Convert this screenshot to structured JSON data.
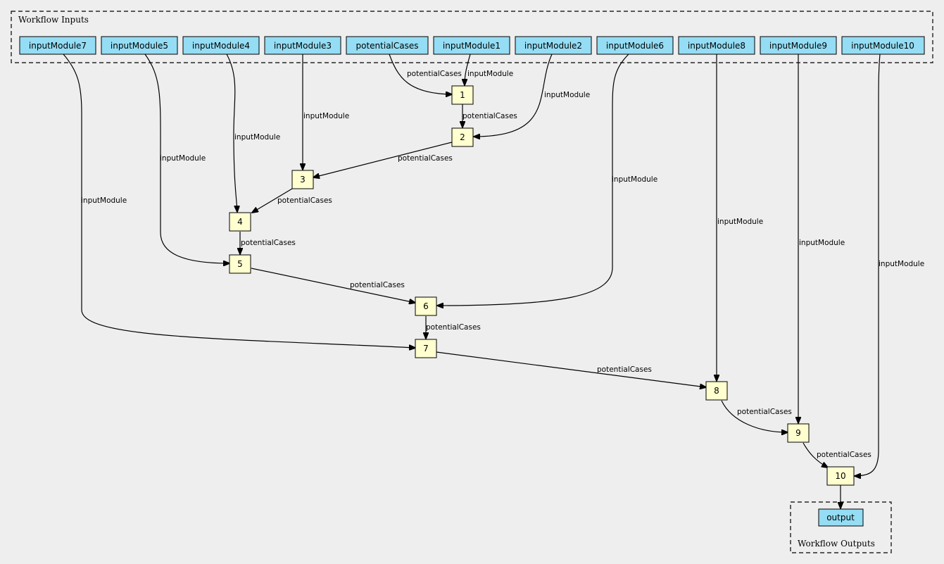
{
  "inputs_cluster": {
    "label": "Workflow Inputs"
  },
  "outputs_cluster": {
    "label": "Workflow Outputs"
  },
  "inputs": [
    {
      "id": "inputModule7",
      "label": "inputModule7"
    },
    {
      "id": "inputModule5",
      "label": "inputModule5"
    },
    {
      "id": "inputModule4",
      "label": "inputModule4"
    },
    {
      "id": "inputModule3",
      "label": "inputModule3"
    },
    {
      "id": "potentialCases",
      "label": "potentialCases"
    },
    {
      "id": "inputModule1",
      "label": "inputModule1"
    },
    {
      "id": "inputModule2",
      "label": "inputModule2"
    },
    {
      "id": "inputModule6",
      "label": "inputModule6"
    },
    {
      "id": "inputModule8",
      "label": "inputModule8"
    },
    {
      "id": "inputModule9",
      "label": "inputModule9"
    },
    {
      "id": "inputModule10",
      "label": "inputModule10"
    }
  ],
  "steps": [
    {
      "id": "s1",
      "label": "1"
    },
    {
      "id": "s2",
      "label": "2"
    },
    {
      "id": "s3",
      "label": "3"
    },
    {
      "id": "s4",
      "label": "4"
    },
    {
      "id": "s5",
      "label": "5"
    },
    {
      "id": "s6",
      "label": "6"
    },
    {
      "id": "s7",
      "label": "7"
    },
    {
      "id": "s8",
      "label": "8"
    },
    {
      "id": "s9",
      "label": "9"
    },
    {
      "id": "s10",
      "label": "10"
    }
  ],
  "outputs": [
    {
      "id": "output",
      "label": "output"
    }
  ],
  "edges": [
    {
      "from": "potentialCases",
      "to": "s1",
      "label": "potentialCases"
    },
    {
      "from": "inputModule1",
      "to": "s1",
      "label": "inputModule"
    },
    {
      "from": "s1",
      "to": "s2",
      "label": "potentialCases"
    },
    {
      "from": "inputModule2",
      "to": "s2",
      "label": "inputModule"
    },
    {
      "from": "s2",
      "to": "s3",
      "label": "potentialCases"
    },
    {
      "from": "inputModule3",
      "to": "s3",
      "label": "inputModule"
    },
    {
      "from": "s3",
      "to": "s4",
      "label": "potentialCases"
    },
    {
      "from": "inputModule4",
      "to": "s4",
      "label": "inputModule"
    },
    {
      "from": "s4",
      "to": "s5",
      "label": "potentialCases"
    },
    {
      "from": "inputModule5",
      "to": "s5",
      "label": "inputModule"
    },
    {
      "from": "s5",
      "to": "s6",
      "label": "potentialCases"
    },
    {
      "from": "inputModule6",
      "to": "s6",
      "label": "inputModule"
    },
    {
      "from": "s6",
      "to": "s7",
      "label": "potentialCases"
    },
    {
      "from": "inputModule7",
      "to": "s7",
      "label": "inputModule"
    },
    {
      "from": "s7",
      "to": "s8",
      "label": "potentialCases"
    },
    {
      "from": "inputModule8",
      "to": "s8",
      "label": "inputModule"
    },
    {
      "from": "s8",
      "to": "s9",
      "label": "potentialCases"
    },
    {
      "from": "inputModule9",
      "to": "s9",
      "label": "inputModule"
    },
    {
      "from": "s9",
      "to": "s10",
      "label": "potentialCases"
    },
    {
      "from": "inputModule10",
      "to": "s10",
      "label": "inputModule"
    },
    {
      "from": "s10",
      "to": "output",
      "label": ""
    }
  ]
}
